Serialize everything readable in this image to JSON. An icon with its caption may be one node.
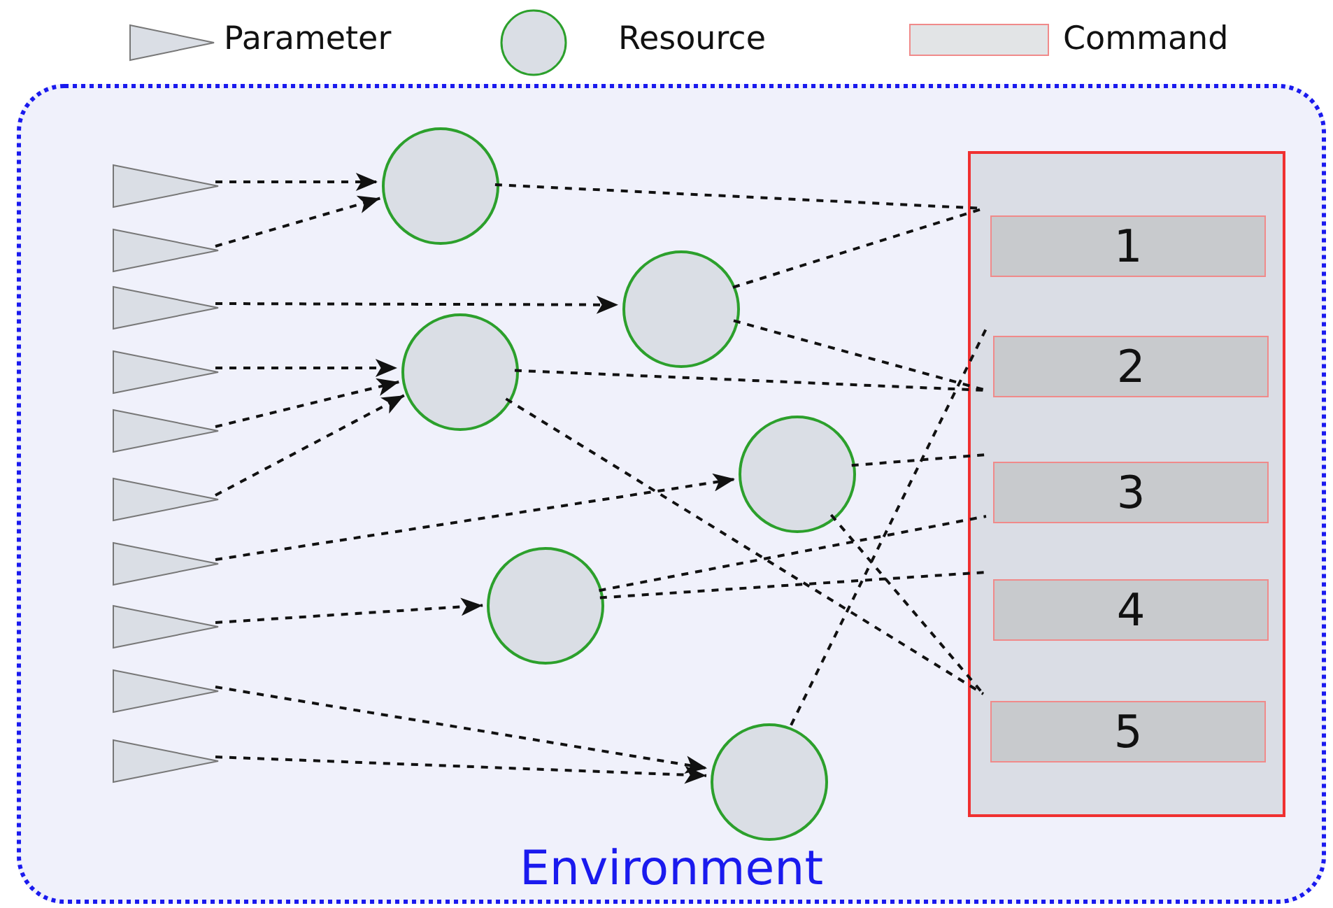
{
  "diagram": {
    "nodes": [
      {
        "text": [
          "Environment"
        ]
      },
      {
        "text": [],
        "shape": "box",
        "in": 0
      },
      {
        "text": [
          "1"
        ],
        "in": 1
      },
      {
        "text": [
          "2"
        ],
        "in": 1
      },
      {
        "text": [
          "3"
        ],
        "in": 1
      },
      {
        "text": [
          "4"
        ],
        "in": 1
      },
      {
        "text": [
          "5"
        ],
        "in": 1
      },
      {
        "text": [],
        "shape": "triangle",
        "in": 0
      },
      {
        "text": [],
        "shape": "triangle",
        "in": 0
      },
      {
        "text": [],
        "shape": "triangle",
        "in": 0
      },
      {
        "text": [],
        "shape": "triangle",
        "in": 0
      },
      {
        "text": [],
        "shape": "triangle",
        "in": 0
      },
      {
        "text": [],
        "shape": "triangle",
        "in": 0
      },
      {
        "text": [],
        "shape": "triangle",
        "in": 0
      },
      {
        "text": [],
        "shape": "triangle",
        "in": 0
      },
      {
        "text": [],
        "shape": "triangle",
        "in": 0
      },
      {
        "text": [],
        "shape": "triangle",
        "in": 0
      },
      {
        "text": [],
        "shape": "circle",
        "in": 0
      },
      {
        "text": [],
        "shape": "circle",
        "in": 0
      },
      {
        "text": [],
        "shape": "circle",
        "in": 0
      },
      {
        "text": [],
        "shape": "circle",
        "in": 0
      },
      {
        "text": [],
        "shape": "circle",
        "in": 0
      },
      {
        "text": [],
        "shape": "circle",
        "in": 0
      }
    ],
    "edges": [
      {
        "from": 7,
        "to": 17,
        "arrow": "to",
        "style": "dashed"
      },
      {
        "from": 8,
        "to": 17,
        "arrow": "to",
        "style": "dashed"
      },
      {
        "from": 9,
        "to": 18,
        "arrow": "to",
        "style": "dashed"
      },
      {
        "from": 10,
        "to": 19,
        "arrow": "to",
        "style": "dashed"
      },
      {
        "from": 11,
        "to": 19,
        "arrow": "to",
        "style": "dashed"
      },
      {
        "from": 12,
        "to": 19,
        "arrow": "to",
        "style": "dashed"
      },
      {
        "from": 13,
        "to": 20,
        "arrow": "to",
        "style": "dashed"
      },
      {
        "from": 14,
        "to": 21,
        "arrow": "to",
        "style": "dashed"
      },
      {
        "from": 15,
        "to": 22,
        "arrow": "to",
        "style": "dashed"
      },
      {
        "from": 16,
        "to": 22,
        "arrow": "to",
        "style": "dashed"
      },
      {
        "from": 17,
        "to": 2,
        "arrow": "none",
        "style": "dashed"
      },
      {
        "from": 18,
        "to": 2,
        "arrow": "none",
        "style": "dashed"
      },
      {
        "from": 18,
        "to": 3,
        "arrow": "none",
        "style": "dashed"
      },
      {
        "from": 19,
        "to": 3,
        "arrow": "none",
        "style": "dashed"
      },
      {
        "from": 19,
        "to": 6,
        "arrow": "none",
        "style": "dashed"
      },
      {
        "from": 20,
        "to": 4,
        "arrow": "none",
        "style": "dashed"
      },
      {
        "from": 20,
        "to": 6,
        "arrow": "none",
        "style": "dashed"
      },
      {
        "from": 21,
        "to": 4,
        "arrow": "none",
        "style": "dashed"
      },
      {
        "from": 21,
        "to": 5,
        "arrow": "none",
        "style": "dashed"
      },
      {
        "from": 22,
        "to": 3,
        "arrow": "none",
        "style": "dashed"
      }
    ],
    "legend": [
      {
        "text": "Parameter"
      },
      {
        "text": "Resource"
      },
      {
        "text": "Command"
      }
    ]
  }
}
